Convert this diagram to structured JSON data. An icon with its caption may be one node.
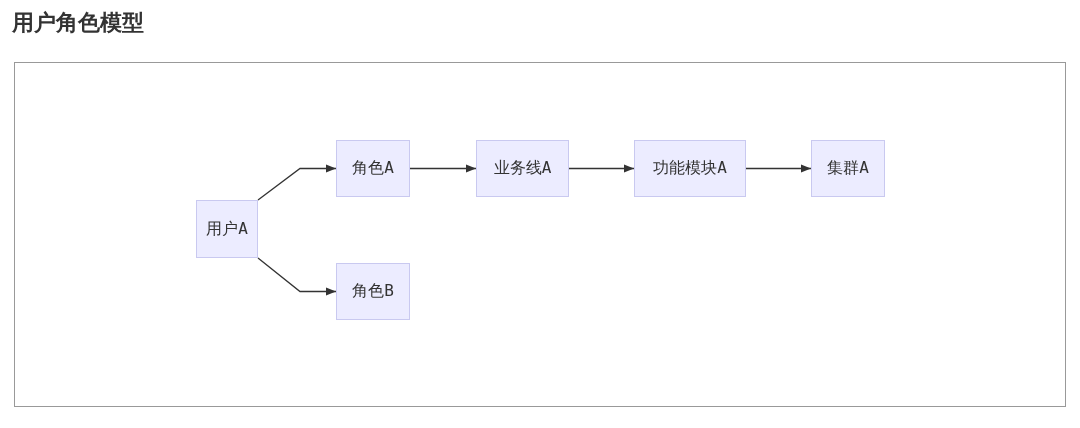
{
  "diagram": {
    "title": "用户角色模型",
    "nodes": [
      {
        "text": [
          "用户A"
        ]
      },
      {
        "text": [
          "角色A"
        ]
      },
      {
        "text": [
          "业务线A"
        ]
      },
      {
        "text": [
          "功能模块A"
        ]
      },
      {
        "text": [
          "集群A"
        ]
      },
      {
        "text": [
          "角色B"
        ]
      }
    ],
    "edges": [
      {
        "from": 0,
        "to": 1,
        "arrow": "to"
      },
      {
        "from": 1,
        "to": 2,
        "arrow": "to"
      },
      {
        "from": 2,
        "to": 3,
        "arrow": "to"
      },
      {
        "from": 3,
        "to": 4,
        "arrow": "to"
      },
      {
        "from": 0,
        "to": 5,
        "arrow": "to"
      }
    ]
  }
}
